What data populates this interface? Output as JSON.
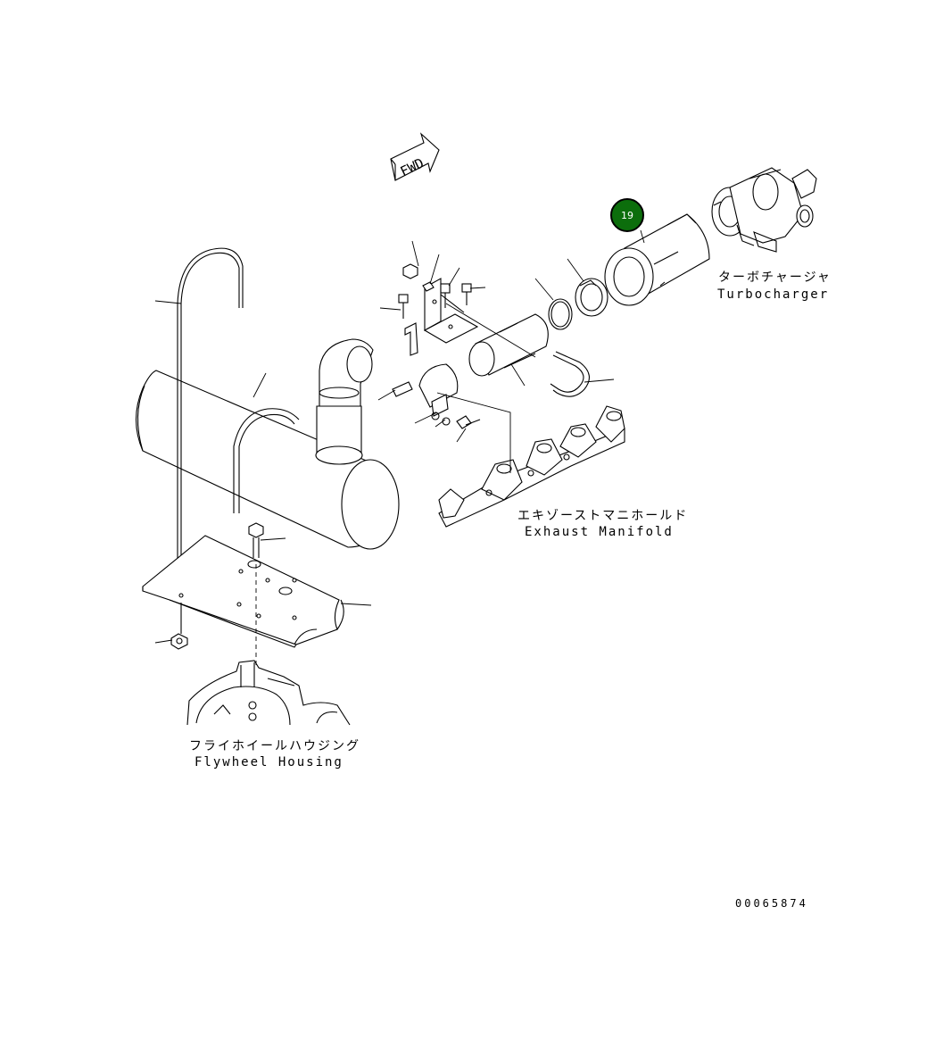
{
  "fwd_label": "FWD",
  "callout": {
    "number": "19",
    "color": "#0c6e0c"
  },
  "labels": {
    "turbocharger_jp": "ターボチャージャ",
    "turbocharger_en": "Turbocharger",
    "manifold_jp": "エキゾーストマニホールド",
    "manifold_en": "Exhaust Manifold",
    "flywheel_jp": "フライホイールハウジング",
    "flywheel_en": "Flywheel Housing"
  },
  "drawing_number": "00065874"
}
